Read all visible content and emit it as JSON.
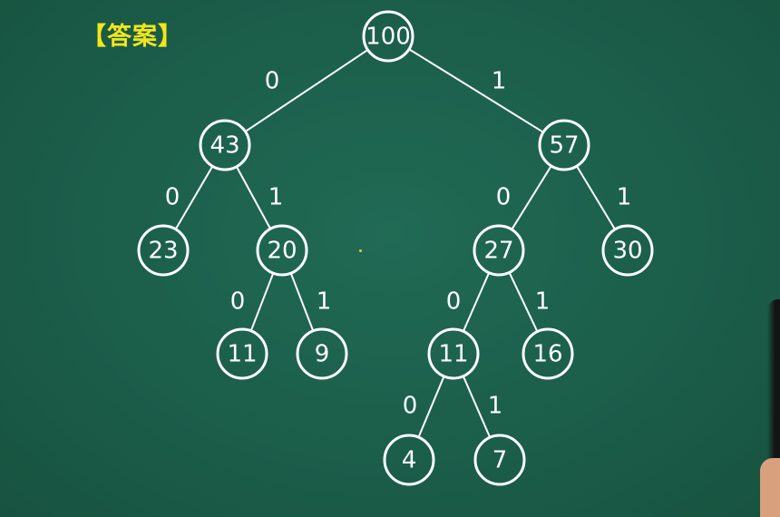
{
  "heading": "【答案】",
  "colors": {
    "background": "#1b5e4a",
    "heading": "#f2e61a",
    "lines": "#ffffff"
  },
  "tree": {
    "nodes": [
      {
        "id": "n100",
        "label": "100"
      },
      {
        "id": "n43",
        "label": "43"
      },
      {
        "id": "n57",
        "label": "57"
      },
      {
        "id": "n23",
        "label": "23"
      },
      {
        "id": "n20",
        "label": "20"
      },
      {
        "id": "n27",
        "label": "27"
      },
      {
        "id": "n30",
        "label": "30"
      },
      {
        "id": "n11a",
        "label": "11"
      },
      {
        "id": "n9",
        "label": "9"
      },
      {
        "id": "n11b",
        "label": "11"
      },
      {
        "id": "n16",
        "label": "16"
      },
      {
        "id": "n4",
        "label": "4"
      },
      {
        "id": "n7",
        "label": "7"
      }
    ],
    "edges": [
      {
        "from": "n100",
        "to": "n43",
        "label": "0"
      },
      {
        "from": "n100",
        "to": "n57",
        "label": "1"
      },
      {
        "from": "n43",
        "to": "n23",
        "label": "0"
      },
      {
        "from": "n43",
        "to": "n20",
        "label": "1"
      },
      {
        "from": "n57",
        "to": "n27",
        "label": "0"
      },
      {
        "from": "n57",
        "to": "n30",
        "label": "1"
      },
      {
        "from": "n20",
        "to": "n11a",
        "label": "0"
      },
      {
        "from": "n20",
        "to": "n9",
        "label": "1"
      },
      {
        "from": "n27",
        "to": "n11b",
        "label": "0"
      },
      {
        "from": "n27",
        "to": "n16",
        "label": "1"
      },
      {
        "from": "n11b",
        "to": "n4",
        "label": "0"
      },
      {
        "from": "n11b",
        "to": "n7",
        "label": "1"
      }
    ]
  }
}
